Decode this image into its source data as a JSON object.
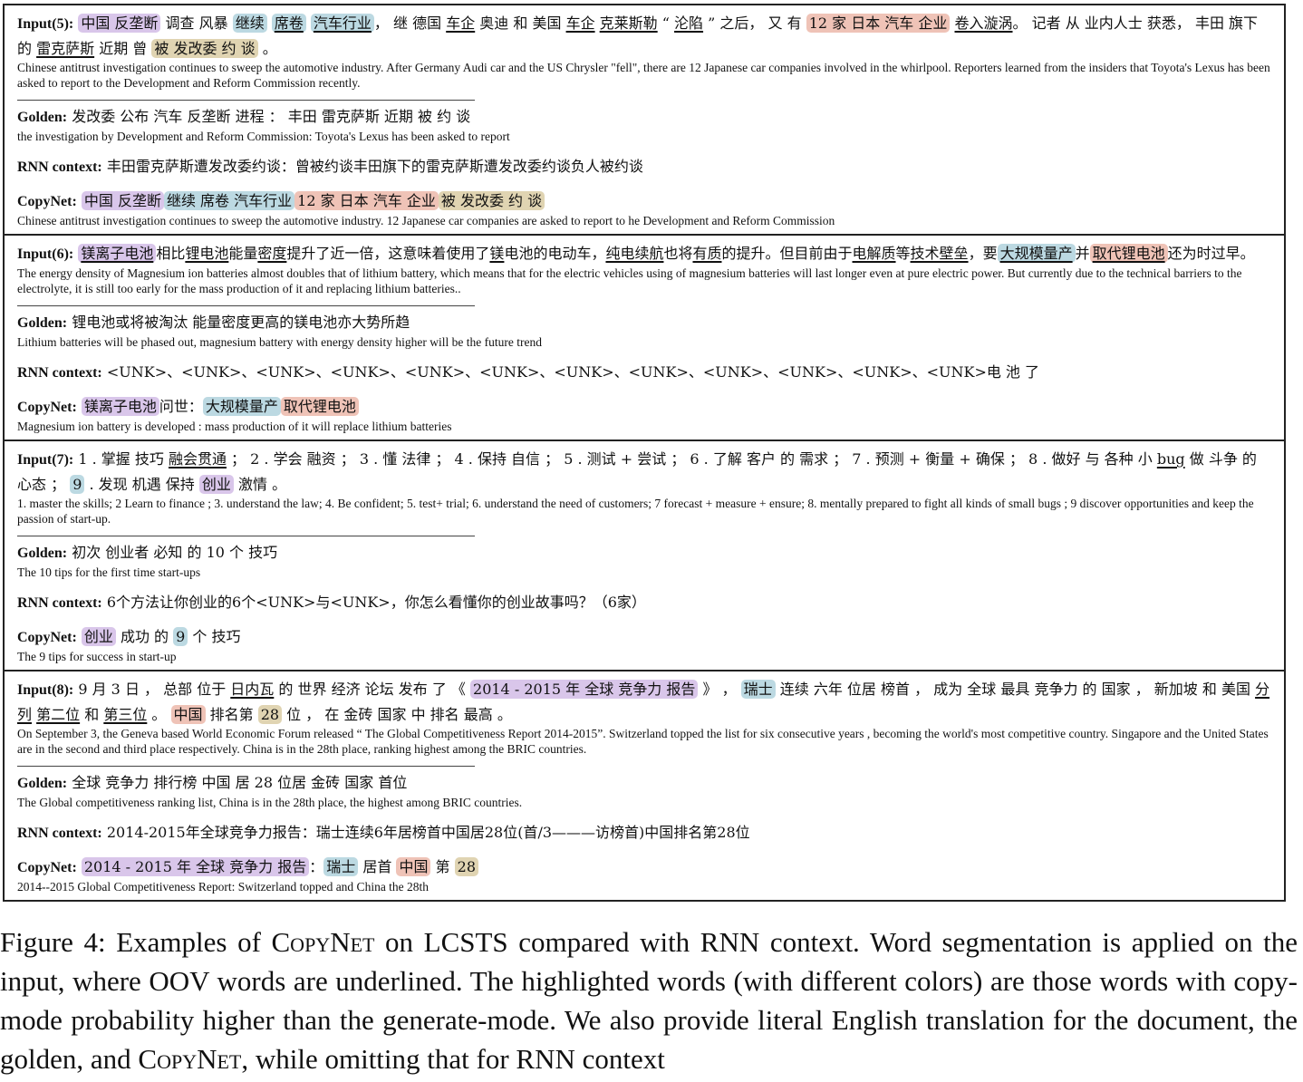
{
  "panels": [
    {
      "input_label": "Input(5):",
      "input_segments": [
        {
          "t": "中国 反垄断",
          "c": "purple"
        },
        {
          "t": " 调查 风暴 "
        },
        {
          "t": "继续",
          "c": "blue"
        },
        {
          "t": " "
        },
        {
          "t": "席卷",
          "c": "blue",
          "u": true
        },
        {
          "t": " "
        },
        {
          "t": "汽车行业",
          "c": "blue",
          "u": true
        },
        {
          "t": "， 继 德国 "
        },
        {
          "t": "车企",
          "u": true
        },
        {
          "t": " 奥迪 和 美国 "
        },
        {
          "t": "车企",
          "u": true
        },
        {
          "t": " "
        },
        {
          "t": "克莱斯勒",
          "u": true
        },
        {
          "t": " “ "
        },
        {
          "t": "沦陷",
          "u": true
        },
        {
          "t": " ” 之后， 又 有 "
        },
        {
          "t": "12 家 日本 汽车 企业",
          "c": "red"
        },
        {
          "t": " "
        },
        {
          "t": "卷入漩涡",
          "u": true
        },
        {
          "t": "。 记者 从 业内人士 获悉， 丰田 旗下 的 "
        },
        {
          "t": "雷克萨斯",
          "u": true
        },
        {
          "t": " 近期 曾 "
        },
        {
          "t": "被 发改委 约 谈",
          "c": "tan"
        },
        {
          "t": " 。"
        }
      ],
      "input_en": "Chinese antitrust investigation continues to sweep the automotive industry. After Germany Audi car and the US Chrysler \"fell\", there are 12 Japanese car companies involved in the whirlpool. Reporters learned from the insiders that Toyota's Lexus has been asked to report to the Development and Reform Commission recently.",
      "golden_label": "Golden:",
      "golden": "发改委 公布 汽车 反垄断 进程 ： 丰田 雷克萨斯 近期 被 约 谈",
      "golden_en": "the investigation by Development and Reform Commission: Toyota's Lexus has been asked to report",
      "rnn_label": "RNN context:",
      "rnn": "丰田雷克萨斯遭发改委约谈：曾被约谈丰田旗下的雷克萨斯遭发改委约谈负人被约谈",
      "copynet_label": "CopyNet:",
      "copynet_segments": [
        {
          "t": "中国 反垄断",
          "c": "purple"
        },
        {
          "t": "继续 席卷 汽车行业",
          "c": "blue"
        },
        {
          "t": "12 家 日本 汽车 企业",
          "c": "red"
        },
        {
          "t": "被 发改委 约 谈",
          "c": "tan"
        }
      ],
      "copynet_en": "Chinese antitrust investigation continues to sweep the automotive industry. 12 Japanese car companies are asked to report to he Development and Reform Commission"
    },
    {
      "input_label": "Input(6):",
      "input_segments": [
        {
          "t": "镁离子电池",
          "c": "purple",
          "u": true
        },
        {
          "t": "相比"
        },
        {
          "t": "锂电池",
          "u": true
        },
        {
          "t": "能量"
        },
        {
          "t": "密度",
          "u": true
        },
        {
          "t": "提升了近一倍，这意味着使用了"
        },
        {
          "t": "镁",
          "u": true
        },
        {
          "t": "电池的电动车，"
        },
        {
          "t": "纯电续航",
          "u": true
        },
        {
          "t": "也将"
        },
        {
          "t": "有质",
          "u": true
        },
        {
          "t": "的提升。但目前由于"
        },
        {
          "t": "电解质",
          "u": true
        },
        {
          "t": "等"
        },
        {
          "t": "技术壁垒",
          "u": true
        },
        {
          "t": "，要"
        },
        {
          "t": "大规模量产",
          "c": "blue",
          "u": true
        },
        {
          "t": "并"
        },
        {
          "t": "取代锂电池",
          "c": "red",
          "u": true
        },
        {
          "t": "还为时过早。"
        }
      ],
      "input_en": "The energy density of Magnesium ion batteries almost doubles that of lithium battery, which means that for the electric vehicles using of magnesium batteries will last longer even at pure electric power. But currently due to the technical barriers to the electrolyte, it is still too early for the mass production of it and replacing lithium batteries..",
      "golden_label": "Golden:",
      "golden": "锂电池或将被淘汰 能量密度更高的镁电池亦大势所趋",
      "golden_en": "Lithium batteries will be phased out, magnesium battery with energy density higher will be the future trend",
      "rnn_label": "RNN context:",
      "rnn": "<UNK>、<UNK>、<UNK>、<UNK>、<UNK>、<UNK>、<UNK>、<UNK>、<UNK>、<UNK>、<UNK>、<UNK>电 池 了",
      "copynet_label": "CopyNet:",
      "copynet_segments": [
        {
          "t": "镁离子电池",
          "c": "purple"
        },
        {
          "t": "问世："
        },
        {
          "t": "大规模量产",
          "c": "blue"
        },
        {
          "t": "取代锂电池",
          "c": "red"
        }
      ],
      "copynet_en": "Magnesium ion battery is developed : mass production of it will replace lithium batteries"
    },
    {
      "input_label": "Input(7):",
      "input_segments": [
        {
          "t": "1 . 掌握 技巧 "
        },
        {
          "t": "融会贯通",
          "u": true
        },
        {
          "t": " ； 2 . 学会 融资 ； 3 . 懂 法律 ； 4 . 保持 自信 ； 5 . 测试 + 尝试 ； 6 . 了解 客户 的 需求 ； 7 . 预测 + 衡量 + 确保 ； 8 . 做好 与 各种 小 "
        },
        {
          "t": "bug",
          "u": true
        },
        {
          "t": " 做 斗争 的 心态 ； "
        },
        {
          "t": "9",
          "c": "blue"
        },
        {
          "t": " . 发现 机遇 保持 "
        },
        {
          "t": "创业",
          "c": "purple"
        },
        {
          "t": " 激情 。"
        }
      ],
      "input_en": "1. master the skills; 2 Learn to finance ; 3. understand the law; 4. Be confident; 5. test+ trial; 6. understand the need of customers; 7 forecast + measure + ensure; 8. mentally prepared to fight all kinds of small bugs ; 9 discover opportunities and keep the passion of start-up.",
      "golden_label": "Golden:",
      "golden": "初次 创业者 必知 的 10 个 技巧",
      "golden_en": "The 10 tips for the first time start-ups",
      "rnn_label": "RNN context:",
      "rnn": "6个方法让你创业的6个<UNK>与<UNK>，你怎么看懂你的创业故事吗？（6家）",
      "copynet_label": "CopyNet:",
      "copynet_segments": [
        {
          "t": "创业",
          "c": "purple"
        },
        {
          "t": " 成功 的 "
        },
        {
          "t": "9",
          "c": "blue"
        },
        {
          "t": " 个 技巧"
        }
      ],
      "copynet_en": "The 9 tips for success in start-up"
    },
    {
      "input_label": "Input(8):",
      "input_segments": [
        {
          "t": "9 月 3 日 ， 总部 位于 "
        },
        {
          "t": "日内瓦",
          "u": true
        },
        {
          "t": " 的 世界 经济 论坛 发布 了 《 "
        },
        {
          "t": "2014 - 2015 年 全球 竞争力 报告",
          "c": "purple"
        },
        {
          "t": " 》 ， "
        },
        {
          "t": "瑞士",
          "c": "blue"
        },
        {
          "t": " 连续 六年 位居 榜首 ， 成为 全球 最具 竞争力 的 国家 ， 新加坡 和 美国 "
        },
        {
          "t": "分列",
          "u": true
        },
        {
          "t": " "
        },
        {
          "t": "第二位",
          "u": true
        },
        {
          "t": " 和 "
        },
        {
          "t": "第三位",
          "u": true
        },
        {
          "t": " 。 "
        },
        {
          "t": "中国",
          "c": "red"
        },
        {
          "t": " 排名第 "
        },
        {
          "t": "28",
          "c": "tan"
        },
        {
          "t": " 位 ， 在 金砖 国家 中 排名 最高 。"
        }
      ],
      "input_en": "On September 3, the Geneva based World Economic Forum released “ The Global Competitiveness Report 2014-2015”. Switzerland topped the list for six consecutive years , becoming the world's most competitive country. Singapore and the United States are in the second and third place respectively. China is in the 28th place, ranking highest among the BRIC countries.",
      "golden_label": "Golden:",
      "golden": "全球 竞争力 排行榜 中国 居 28 位居 金砖 国家 首位",
      "golden_en": "The Global competitiveness ranking list, China is in the 28th place, the highest among BRIC countries.",
      "rnn_label": "RNN context:",
      "rnn": "2014-2015年全球竞争力报告：瑞士连续6年居榜首中国居28位(首/3———访榜首)中国排名第28位",
      "copynet_label": "CopyNet:",
      "copynet_segments": [
        {
          "t": "2014 - 2015 年 全球 竞争力 报告",
          "c": "purple"
        },
        {
          "t": "："
        },
        {
          "t": "瑞士",
          "c": "blue"
        },
        {
          "t": " 居首 "
        },
        {
          "t": "中国",
          "c": "red"
        },
        {
          "t": " 第 "
        },
        {
          "t": "28",
          "c": "tan"
        }
      ],
      "copynet_en": "2014--2015 Global Competitiveness Report: Switzerland topped and China the 28th"
    }
  ],
  "highlight_colors": {
    "purple": "#d9c6ea",
    "blue": "#bcd9e2",
    "red": "#efc3b7",
    "tan": "#e0d4b2"
  },
  "caption": {
    "prefix": "Figure 4:  Examples of ",
    "copynet_sc": "CopyNet",
    "mid": " on LCSTS compared with RNN context.  Word segmentation is applied on the input, where OOV words are underlined. The highlighted words (with different colors) are those words with copy-mode probability higher than the generate-mode.  We also provide literal English translation for the document, the golden, and ",
    "copynet_sc2": "CopyNet",
    "suffix": ", while omitting that for RNN context"
  }
}
